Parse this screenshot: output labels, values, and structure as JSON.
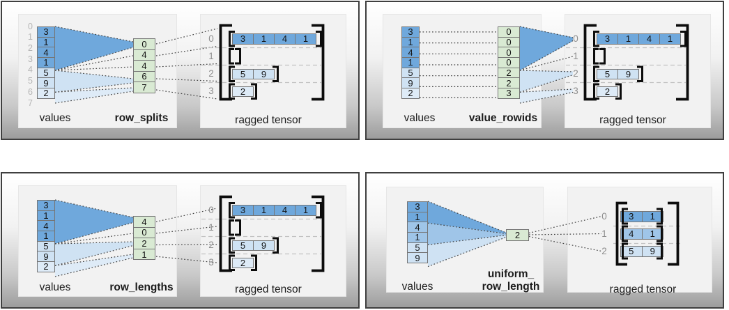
{
  "colors": {
    "dark_blue": "#6fa8dc",
    "medium_blue": "#9fc5e8",
    "light_blue": "#cfe2f3",
    "lighter_blue": "#deebf7",
    "green": "#d9ead3"
  },
  "panels": {
    "row_splits": {
      "values_label": "values",
      "param_label": "row_splits",
      "result_label": "ragged tensor",
      "values": [
        "3",
        "1",
        "4",
        "1",
        "5",
        "9",
        "2"
      ],
      "value_indices": [
        "0",
        "1",
        "2",
        "3",
        "4",
        "5",
        "6",
        "7"
      ],
      "param_values": [
        "0",
        "4",
        "4",
        "6",
        "7"
      ],
      "row_indices": [
        "0",
        "1",
        "2",
        "3"
      ],
      "rows": [
        [
          "3",
          "1",
          "4",
          "1"
        ],
        [],
        [
          "5",
          "9"
        ],
        [
          "2"
        ]
      ]
    },
    "value_rowids": {
      "values_label": "values",
      "param_label": "value_rowids",
      "result_label": "ragged tensor",
      "values": [
        "3",
        "1",
        "4",
        "1",
        "5",
        "9",
        "2"
      ],
      "param_values": [
        "0",
        "0",
        "0",
        "0",
        "2",
        "2",
        "3"
      ],
      "row_indices": [
        "0",
        "1",
        "2",
        "3"
      ],
      "rows": [
        [
          "3",
          "1",
          "4",
          "1"
        ],
        [],
        [
          "5",
          "9"
        ],
        [
          "2"
        ]
      ]
    },
    "row_lengths": {
      "values_label": "values",
      "param_label": "row_lengths",
      "result_label": "ragged tensor",
      "values": [
        "3",
        "1",
        "4",
        "1",
        "5",
        "9",
        "2"
      ],
      "param_values": [
        "4",
        "0",
        "2",
        "1"
      ],
      "row_indices": [
        "0",
        "1",
        "2",
        "3"
      ],
      "rows": [
        [
          "3",
          "1",
          "4",
          "1"
        ],
        [],
        [
          "5",
          "9"
        ],
        [
          "2"
        ]
      ]
    },
    "uniform_row_length": {
      "values_label": "values",
      "param_label_line1": "uniform_",
      "param_label_line2": "row_length",
      "result_label": "ragged tensor",
      "values": [
        "3",
        "1",
        "4",
        "1",
        "5",
        "9"
      ],
      "param_values": [
        "2"
      ],
      "row_indices": [
        "0",
        "1",
        "2"
      ],
      "rows": [
        [
          "3",
          "1"
        ],
        [
          "4",
          "1"
        ],
        [
          "5",
          "9"
        ]
      ]
    }
  }
}
